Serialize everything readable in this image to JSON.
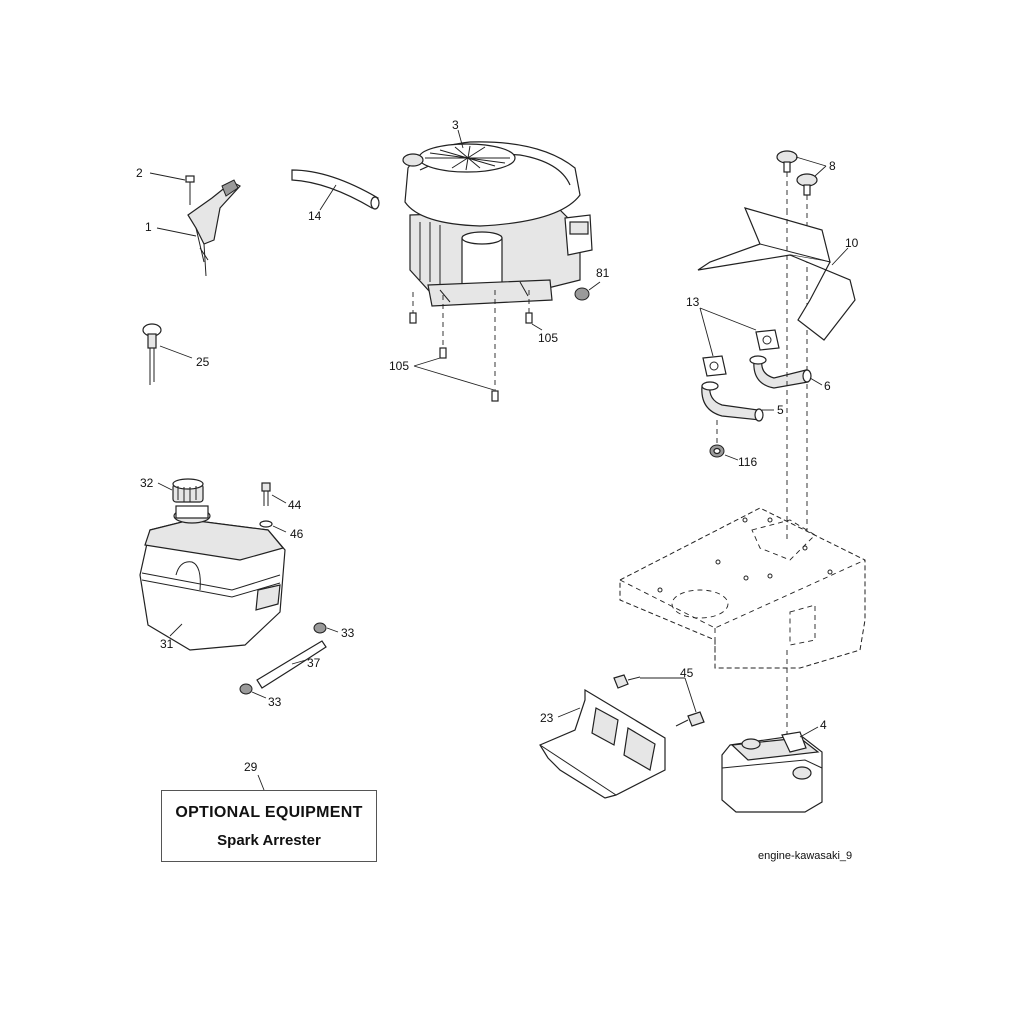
{
  "labels": {
    "p1": "1",
    "p2": "2",
    "p3": "3",
    "p4": "4",
    "p5": "5",
    "p6": "6",
    "p8": "8",
    "p10": "10",
    "p13": "13",
    "p14": "14",
    "p23": "23",
    "p25": "25",
    "p29": "29",
    "p31": "31",
    "p32": "32",
    "p33a": "33",
    "p33b": "33",
    "p37": "37",
    "p44": "44",
    "p45": "45",
    "p46": "46",
    "p81": "81",
    "p105a": "105",
    "p105b": "105",
    "p116": "116"
  },
  "optional_box": {
    "title": "OPTIONAL EQUIPMENT",
    "item": "Spark Arrester"
  },
  "figure_id": "engine-kawasaki_9"
}
